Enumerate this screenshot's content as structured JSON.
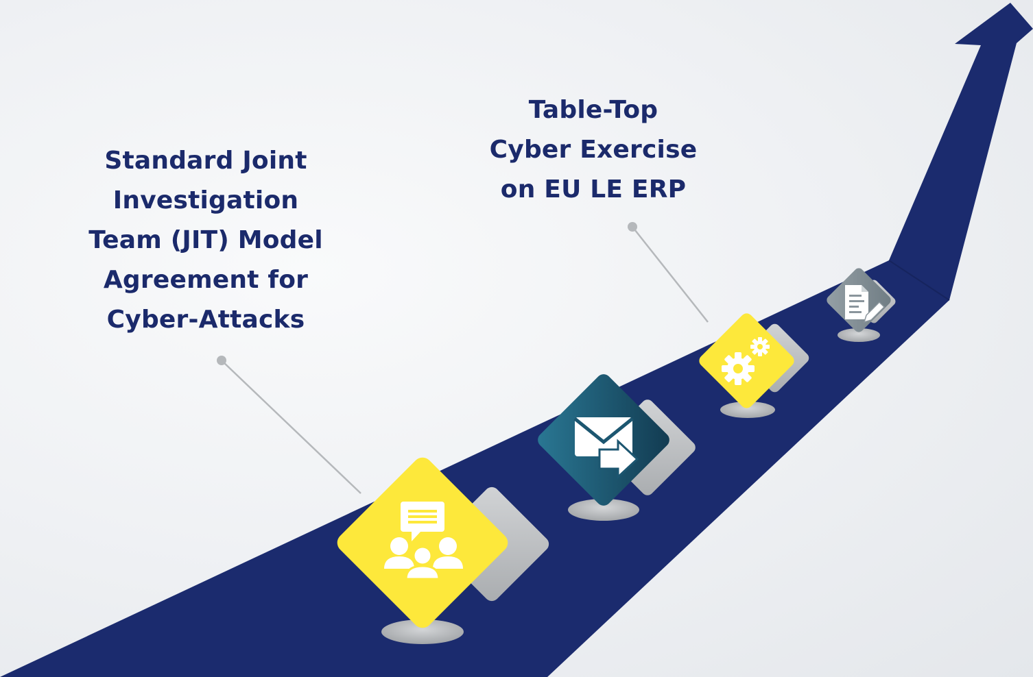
{
  "labels": {
    "jit": "Standard Joint\nInvestigation\nTeam (JIT) Model\nAgreement for\nCyber-Attacks",
    "tabletop": "Table-Top\nCyber Exercise\non EU LE ERP"
  },
  "colors": {
    "road": "#1b2b6e",
    "label_text": "#1b2a6b",
    "yellow": "#fde83b",
    "teal_dark": "#153f55",
    "teal_light": "#2a7894",
    "grey_tile": "#8a959c",
    "shadow_tile": "#b9bcbf",
    "connector": "#b5b8bb"
  },
  "milestones": [
    {
      "id": "jit",
      "icon": "people-chat-icon",
      "tile_color": "yellow"
    },
    {
      "id": "email",
      "icon": "email-forward-icon",
      "tile_color": "teal"
    },
    {
      "id": "tabletop",
      "icon": "gears-icon",
      "tile_color": "yellow"
    },
    {
      "id": "document",
      "icon": "document-edit-icon",
      "tile_color": "grey"
    }
  ]
}
